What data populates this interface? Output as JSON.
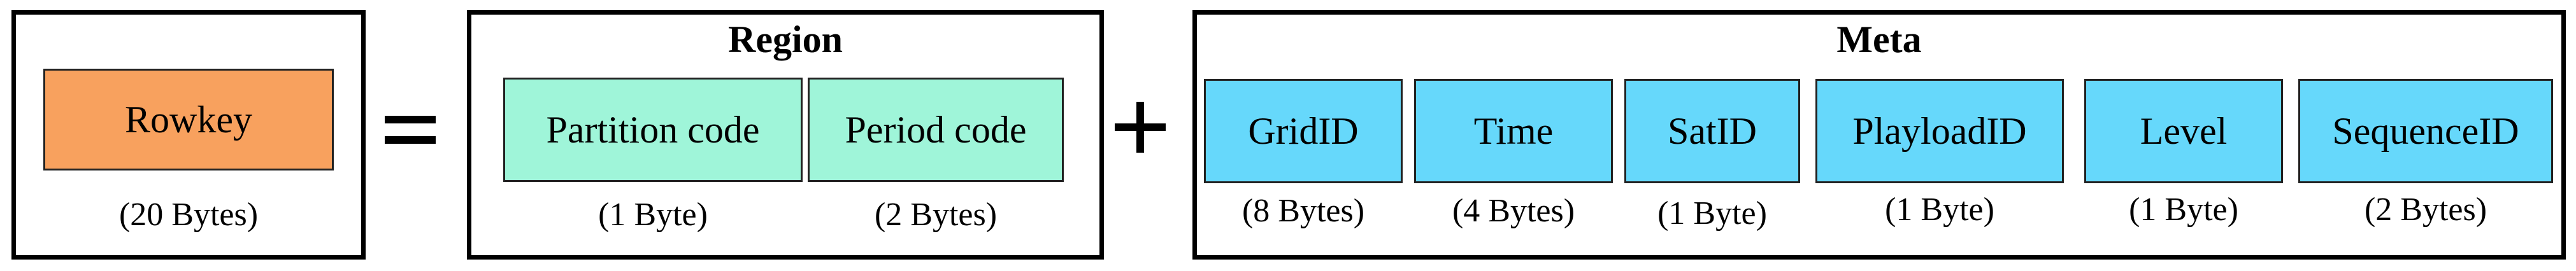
{
  "rowkey": {
    "label": "Rowkey",
    "size": "(20 Bytes)"
  },
  "operators": {
    "equals": "=",
    "plus": "+"
  },
  "region": {
    "title": "Region",
    "fields": [
      {
        "label": "Partition code",
        "size": "(1 Byte)"
      },
      {
        "label": "Period code",
        "size": "(2 Bytes)"
      }
    ]
  },
  "meta": {
    "title": "Meta",
    "fields": [
      {
        "label": "GridID",
        "size": "(8 Bytes)"
      },
      {
        "label": "Time",
        "size": "(4 Bytes)"
      },
      {
        "label": "SatID",
        "size": "(1 Byte)"
      },
      {
        "label": "PlayloadID",
        "size": "(1 Byte)"
      },
      {
        "label": "Level",
        "size": "(1 Byte)"
      },
      {
        "label": "SequenceID",
        "size": "(2 Bytes)"
      }
    ]
  },
  "colors": {
    "rowkey_fill": "#f8a15e",
    "region_fill": "#9ff5d9",
    "meta_fill": "#66d8fb",
    "border": "#000000"
  }
}
